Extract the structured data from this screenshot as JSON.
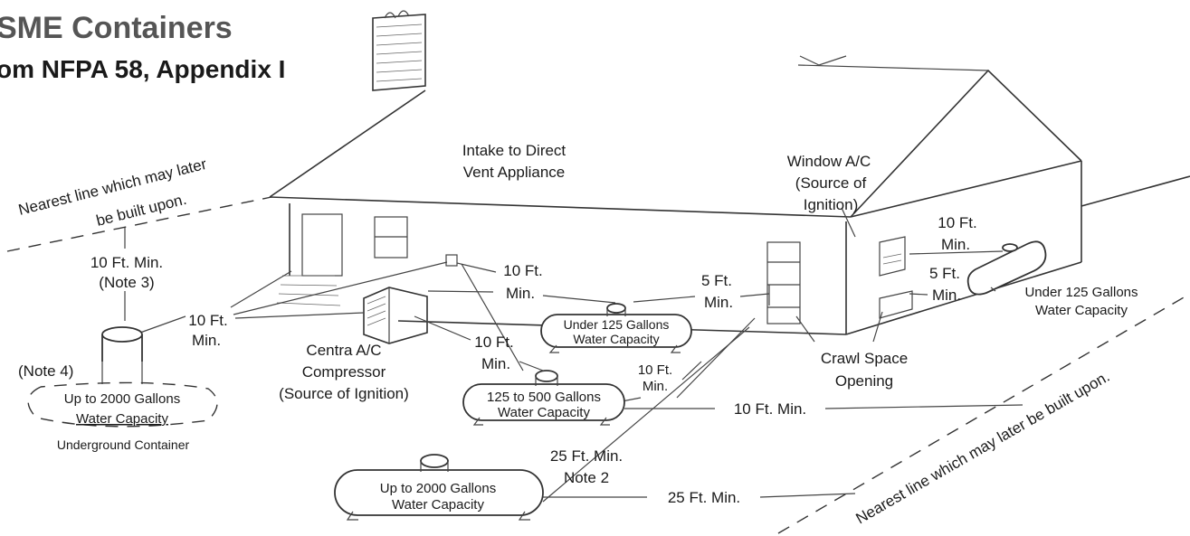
{
  "title": "SME Containers",
  "subtitle": "om NFPA 58, Appendix I",
  "labels": {
    "nearest_line_left_1": "Nearest line which may later",
    "nearest_line_left_2": "be built upon.",
    "nearest_line_right": "Nearest line which may later be built upon.",
    "intake_1": "Intake to Direct",
    "intake_2": "Vent Appliance",
    "window_ac_1": "Window A/C",
    "window_ac_2": "(Source of",
    "window_ac_3": "Ignition)",
    "central_ac_1": "Centra A/C",
    "central_ac_2": "Compressor",
    "central_ac_3": "(Source of Ignition)",
    "crawl_1": "Crawl Space",
    "crawl_2": "Opening",
    "note4": "(Note 4)",
    "underground": "Underground Container",
    "note3_dist_1": "10 Ft. Min.",
    "note3_dist_2": "(Note 3)",
    "dist_10_min": "10 Ft.",
    "min": "Min.",
    "dist_5": "5 Ft.",
    "dist_5_ft": "5 Ft.",
    "dist_10ft_short": "10 Ft.",
    "dist_10ft_min_line": "10 Ft. Min.",
    "dist_25_1": "25 Ft. Min.",
    "dist_25_2": "Note 2",
    "dist_25_line": "25 Ft. Min."
  },
  "tanks": {
    "underground_1": "Up to 2000 Gallons",
    "underground_2": "Water Capacity",
    "under125_center_1": "Under 125 Gallons",
    "under125_center_2": "Water Capacity",
    "t125_500_1": "125 to 500 Gallons",
    "t125_500_2": "Water Capacity",
    "t2000_1": "Up to 2000 Gallons",
    "t2000_2": "Water Capacity",
    "under125_right_1": "Under 125 Gallons",
    "under125_right_2": "Water Capacity"
  }
}
